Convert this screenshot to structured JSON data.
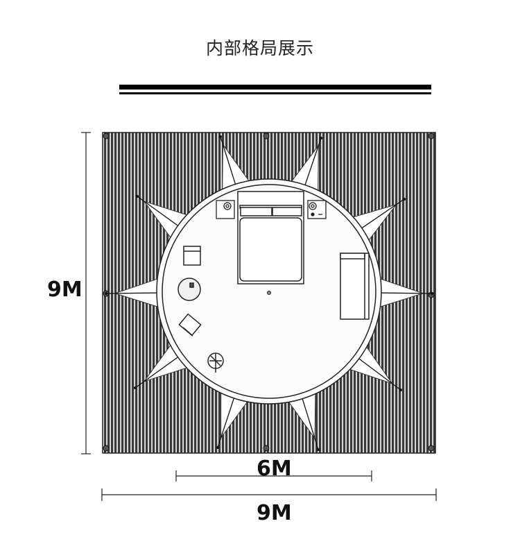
{
  "title": "内部格局展示",
  "dimensions": {
    "height_label": "9M",
    "inner_width_label": "6M",
    "outer_width_label": "9M"
  },
  "colors": {
    "deck_stripes": "#333333",
    "floor": "#fdfdfd",
    "line": "#111111"
  }
}
